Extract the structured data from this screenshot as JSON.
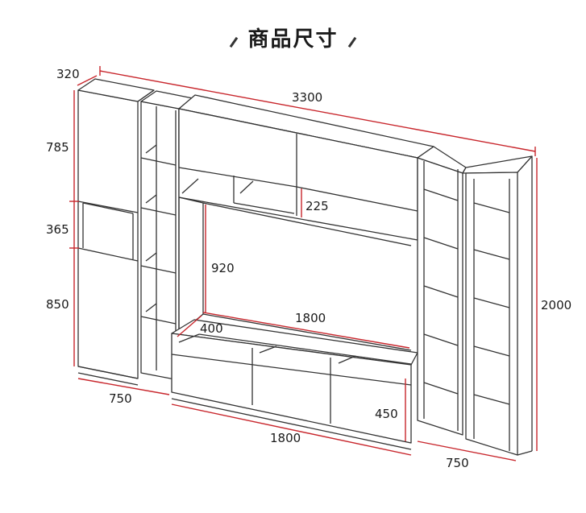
{
  "title": "商品尺寸",
  "dimensions": {
    "depth_top": "320",
    "total_width": "3300",
    "left_upper_height": "785",
    "left_middle_height": "365",
    "left_lower_height": "850",
    "tv_niche_shelf_height": "225",
    "tv_niche_height": "920",
    "tv_niche_width": "1800",
    "tv_cabinet_depth": "400",
    "total_height": "2000",
    "tv_cabinet_height": "450",
    "left_cabinet_width": "750",
    "tv_cabinet_width": "1800",
    "right_cabinet_width": "750"
  },
  "colors": {
    "dimension_line": "#c8262c",
    "outline": "#333333",
    "panel": "#ffffff",
    "edge": "#d9d9d9"
  }
}
